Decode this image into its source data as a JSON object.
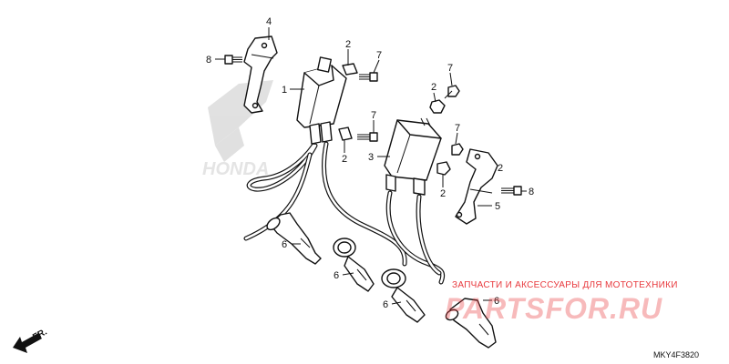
{
  "diagram": {
    "code": "MKY4F3820",
    "direction_label": "FR.",
    "callouts": [
      {
        "id": "c4a",
        "text": "4"
      },
      {
        "id": "c8a",
        "text": "8"
      },
      {
        "id": "c1",
        "text": "1"
      },
      {
        "id": "c2a",
        "text": "2"
      },
      {
        "id": "c7a",
        "text": "7"
      },
      {
        "id": "c7b",
        "text": "7"
      },
      {
        "id": "c2b",
        "text": "2"
      },
      {
        "id": "c2c",
        "text": "2"
      },
      {
        "id": "c3",
        "text": "3"
      },
      {
        "id": "c7c",
        "text": "7"
      },
      {
        "id": "c2d",
        "text": "2"
      },
      {
        "id": "c7d",
        "text": "7"
      },
      {
        "id": "c2e",
        "text": "2"
      },
      {
        "id": "c8b",
        "text": "8"
      },
      {
        "id": "c5",
        "text": "5"
      },
      {
        "id": "c6a",
        "text": "6"
      },
      {
        "id": "c6b",
        "text": "6"
      },
      {
        "id": "c6c",
        "text": "6"
      },
      {
        "id": "c6d",
        "text": "6"
      }
    ]
  },
  "watermark": {
    "caption": "ЗАПЧАСТИ И АКСЕССУАРЫ ДЛЯ МОТОТЕХНИКИ",
    "logo": "PARTSFOR.RU",
    "background_logo": "HONDA"
  },
  "colors": {
    "line": "#111111",
    "watermark_red": "#e8393d",
    "watermark_grey": "#c8c8c8"
  }
}
